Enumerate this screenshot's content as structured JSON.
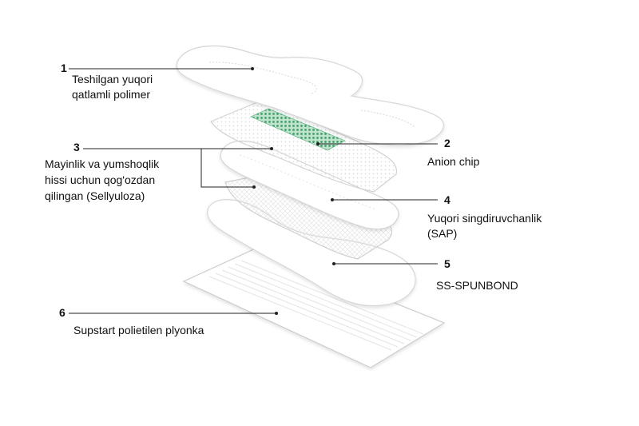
{
  "callouts": [
    {
      "number": "1",
      "lines": [
        "Teshilgan yuqori",
        "qatlamli polimer"
      ]
    },
    {
      "number": "2",
      "lines": [
        "Anion chip"
      ]
    },
    {
      "number": "3",
      "lines": [
        "Mayinlik va yumshoqlik",
        "hissi uchun qog'ozdan",
        "qilingan (Sellyuloza)"
      ]
    },
    {
      "number": "4",
      "lines": [
        "Yuqori singdiruvchanlik",
        "(SAP)"
      ]
    },
    {
      "number": "5",
      "lines": [
        "SS-SPUNBOND"
      ]
    },
    {
      "number": "6",
      "lines": [
        "Supstart polietilen plyonka"
      ]
    }
  ],
  "colors": {
    "line": "#222222",
    "layer_fill": "#ffffff",
    "layer_stroke": "#d8d8d8",
    "anion_chip": "#4caf7a",
    "texture": "#e9e9e9"
  }
}
